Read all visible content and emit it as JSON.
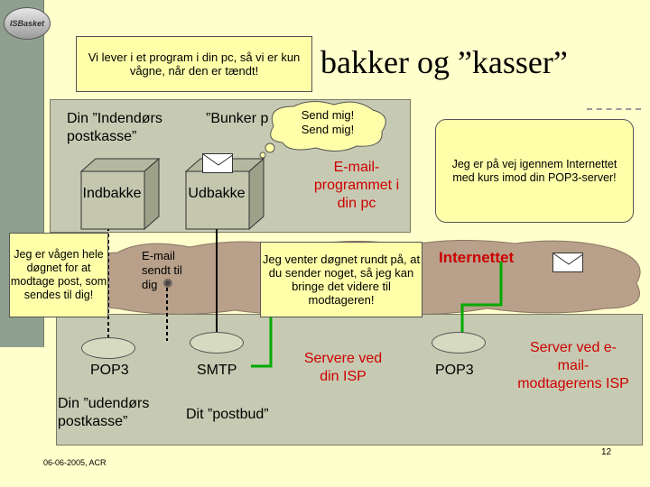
{
  "logo": {
    "text": "ISBasket"
  },
  "title": "bakker og ”kasser”",
  "callout_pc": "Vi lever i et program i din pc, så vi er kun vågne, når den er tændt!",
  "indoor_label": "Din ”Indendørs postkasse”",
  "bunker_label": "”Bunker på entré",
  "send_me": "Send mig! Send mig!",
  "email_program": "E-mail-programmet i din pc",
  "travel_callout": "Jeg er på vej igennem Internettet med kurs imod din POP3-server!",
  "inbox": "Indbakke",
  "outbox": "Udbakke",
  "awake_callout": "Jeg er vågen hele døgnet for at modtage post, som sendes til dig!",
  "email_sent": "E-mail sendt til dig",
  "waiting_callout": "Jeg venter døgnet rundt på, at du sender noget, så jeg kan bringe det videre til modtageren!",
  "internet": "Internettet",
  "pop3_left": "POP3",
  "smtp": "SMTP",
  "servers_isp": "Servere ved din ISP",
  "pop3_right": "POP3",
  "server_recipient": "Server ved e-mail-modtagerens ISP",
  "outdoor_label": "Din ”udendørs postkasse”",
  "postman": "Dit ”postbud”",
  "footer_date": "06-06-2005, ACR",
  "page_number": "12",
  "colors": {
    "background": "#ffffcc",
    "box": "#c7cab2",
    "callout": "#ffffaa",
    "internet": "#b8a08a",
    "accent_red": "#cc0000",
    "connector": "#00aa00"
  }
}
